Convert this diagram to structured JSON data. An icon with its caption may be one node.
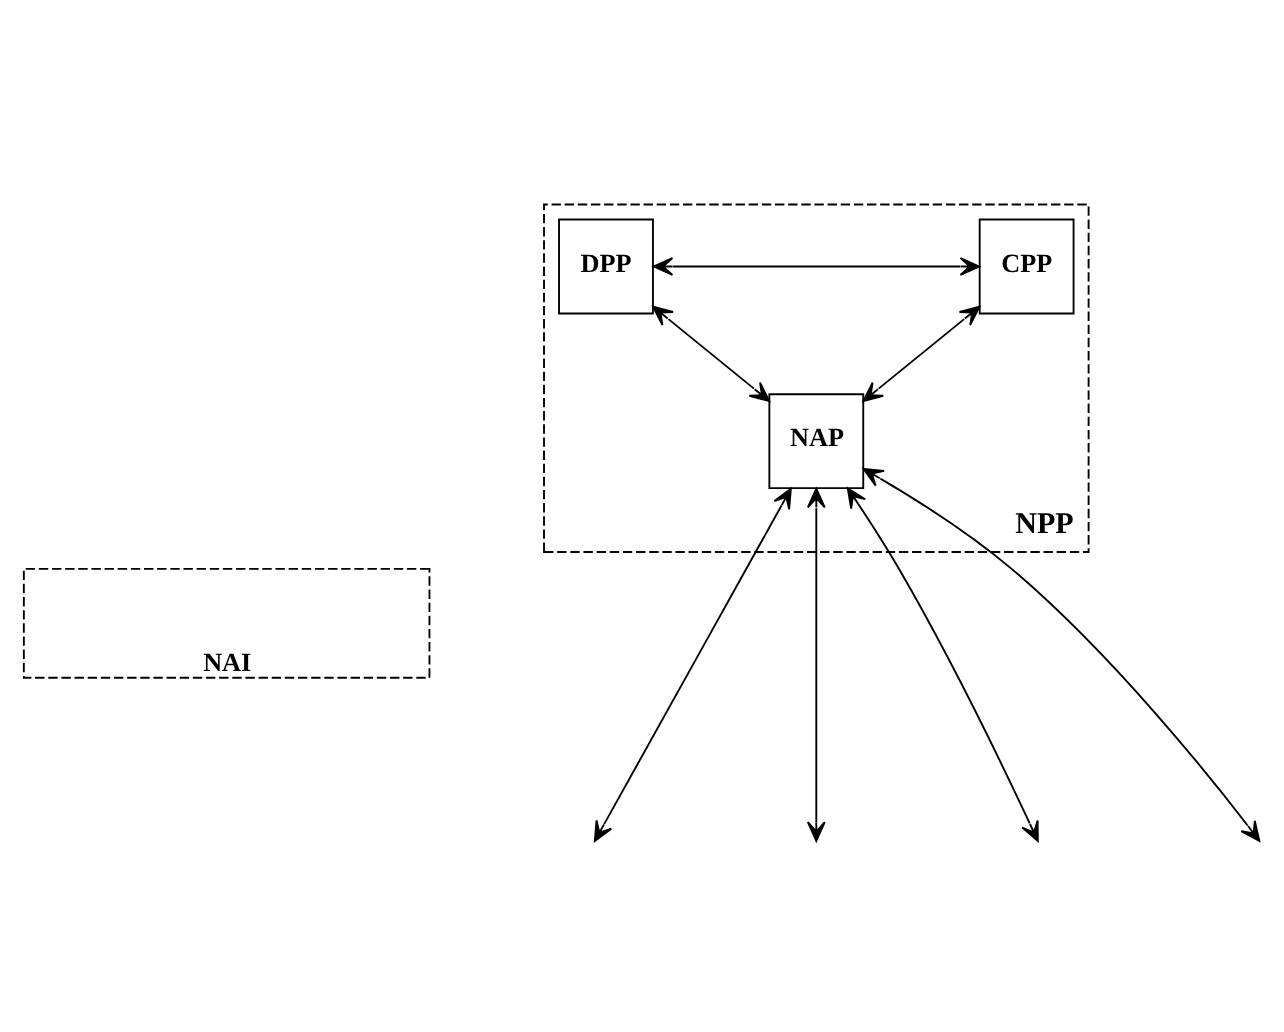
{
  "diagram": {
    "nodes": [
      {
        "text": [
          "NPP"
        ]
      },
      {
        "text": [
          "CPP"
        ],
        "in": 0
      },
      {
        "text": [
          "DPP"
        ],
        "in": 0
      },
      {
        "text": [
          "NAP"
        ],
        "in": 0
      },
      {
        "text": [
          "NAI"
        ]
      }
    ],
    "edges": [
      {
        "from": 1,
        "to": 2,
        "arrow": "both"
      },
      {
        "from": 1,
        "to": 3,
        "arrow": "both"
      },
      {
        "from": 2,
        "to": 3,
        "arrow": "both"
      },
      {
        "from": null,
        "to": 3,
        "arrow": "both"
      },
      {
        "from": null,
        "to": 3,
        "arrow": "both"
      },
      {
        "from": null,
        "to": 3,
        "arrow": "both"
      },
      {
        "from": null,
        "to": 3,
        "arrow": "both"
      }
    ]
  }
}
